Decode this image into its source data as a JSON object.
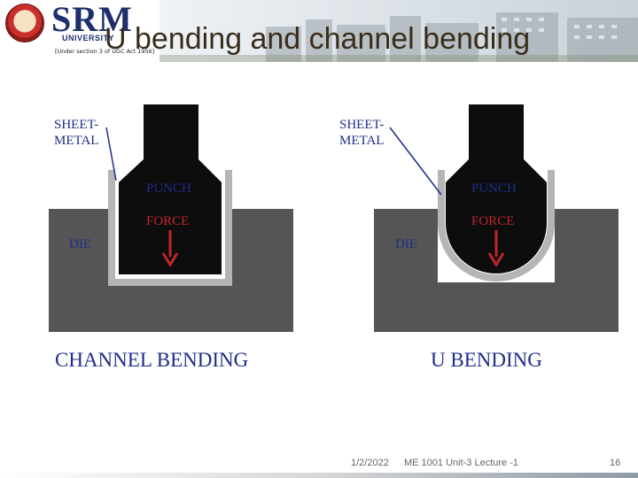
{
  "slide": {
    "title": "U bending and channel bending",
    "logo": {
      "brand": "SRM",
      "sub": "UNIVERSITY",
      "note": "[Under section 3 of UGC Act 1956]"
    }
  },
  "diagrams": {
    "channel": {
      "sheet_label_1": "SHEET-",
      "sheet_label_2": "METAL",
      "punch_label": "PUNCH",
      "force_label": "FORCE",
      "die_label": "DIE",
      "caption": "CHANNEL BENDING"
    },
    "u": {
      "sheet_label_1": "SHEET-",
      "sheet_label_2": "METAL",
      "punch_label": "PUNCH",
      "force_label": "FORCE",
      "die_label": "DIE",
      "caption": "U BENDING"
    }
  },
  "footer": {
    "date": "1/2/2022",
    "course": "ME 1001  Unit-3 Lecture -1",
    "page": "16"
  },
  "colors": {
    "die": "#555555",
    "punch": "#0d0d0d",
    "sheet": "#b5b5b5",
    "label_blue": "#1f2d8a",
    "force_red": "#c0252b",
    "caption": "#1f2d8a",
    "title": "#3a2c1a"
  }
}
